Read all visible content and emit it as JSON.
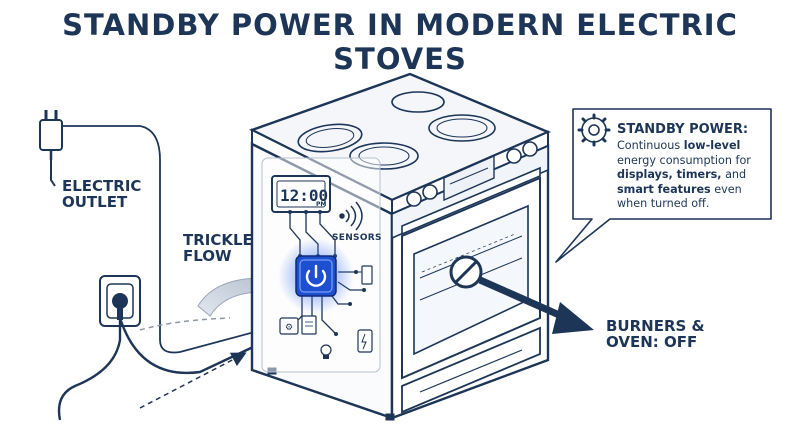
{
  "title": "STANDBY POWER IN MODERN ELECTRIC STOVES",
  "labels": {
    "outlet_line1": "ELECTRIC",
    "outlet_line2": "OUTLET",
    "trickle_line1": "TRICKLE",
    "trickle_line2": "FLOW",
    "sensors": "SENSORS",
    "off_line1": "BURNERS &",
    "off_line2": "OVEN: OFF"
  },
  "clock": {
    "time": "12:00",
    "suffix": "PM"
  },
  "callout": {
    "title": "STANDBY POWER:",
    "body": {
      "p1": "Continuous ",
      "b1": "low-level",
      "p2": " energy consumption for ",
      "b2": "displays, timers,",
      "p3": " and ",
      "b3": "smart features",
      "p4": " even when turned off."
    }
  },
  "icons": [
    "plug-icon",
    "wall-socket-icon",
    "gear-icon",
    "power-icon",
    "prohibited-icon",
    "wifi-signal-icon",
    "settings-icon",
    "bulb-icon"
  ],
  "colors": {
    "navy": "#1d3557",
    "glow_blue": "#3a6df0",
    "trickle_gray": "#b9c3d1",
    "line_gray": "#8c98a8"
  }
}
